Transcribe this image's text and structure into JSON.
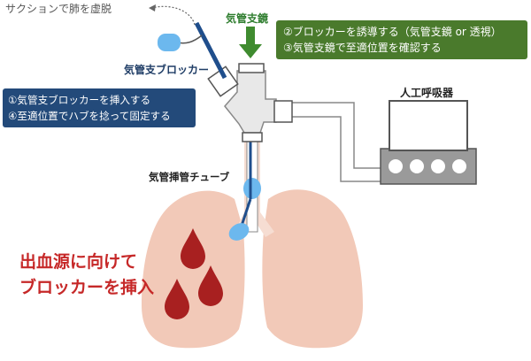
{
  "labels": {
    "suction": "サクションで肺を虚脱",
    "bronchoscope": "気管支鏡",
    "blocker": "気管支ブロッカー",
    "ventilator": "人工呼吸器",
    "endotracheal_tube": "気管挿管チューブ"
  },
  "steps_green": [
    "②ブロッカーを誘導する（気管支鏡 or 透視）",
    "③気管支鏡で至適位置を確認する"
  ],
  "steps_blue": [
    "①気管支ブロッカーを挿入する",
    "④至適位置でハブを捻って固定する"
  ],
  "callout": [
    "出血源に向けて",
    "ブロッカーを挿入"
  ],
  "colors": {
    "green_box": "#4a7a2c",
    "blue_box": "#234a7a",
    "lung": "#f2c9b8",
    "blood": "#a82020",
    "callout_text": "#c62828",
    "blocker_tube": "#1f4e8c",
    "cuff": "#6cb8ee"
  }
}
